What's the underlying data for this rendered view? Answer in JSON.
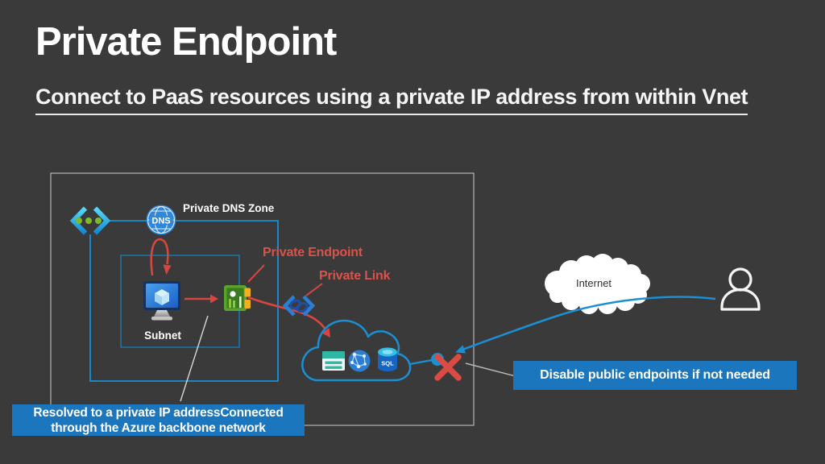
{
  "slide": {
    "title": "Private Endpoint",
    "subtitle": "Connect to PaaS resources using a private IP address from within Vnet",
    "background_color": "#3a3a3a"
  },
  "diagram": {
    "vnet": {
      "dns_badge": "DNS",
      "dns_zone_label": "Private DNS Zone",
      "subnet_label": "Subnet"
    },
    "annotations": {
      "private_endpoint": "Private Endpoint",
      "private_link": "Private Link"
    },
    "paas_cloud": {
      "sql_badge": "SQL",
      "services": [
        "storage-account-icon",
        "app-service-globe-icon",
        "sql-database-icon"
      ]
    },
    "internet": {
      "label": "Internet"
    },
    "callouts": {
      "resolution": {
        "line1": "Resolved to a private IP addressConnected",
        "line2": "through the Azure backbone network"
      },
      "disable_public": "Disable public endpoints if not needed"
    },
    "colors": {
      "callout_blue": "#1b76bd",
      "network_blue": "#1b8fd2",
      "alert_red": "#d9453f",
      "nic_green": "#58a42e",
      "frame_gray": "#b5b5b5",
      "vnet_green_dots": "#7db928"
    },
    "icons": [
      "virtual-network-icon",
      "dns-icon",
      "vm-icon",
      "nic-icon",
      "private-link-icon",
      "paas-cloud-outline",
      "storage-account-icon",
      "app-service-globe-icon",
      "sql-database-icon",
      "blocked-x-icon",
      "public-endpoint-dot",
      "internet-cloud",
      "user-icon"
    ]
  }
}
